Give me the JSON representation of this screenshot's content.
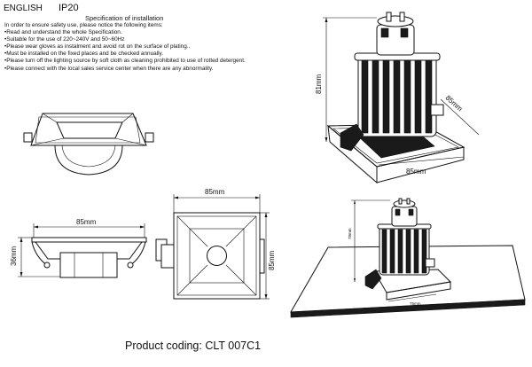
{
  "header": {
    "language": "ENGLISH",
    "rating": "IP20",
    "spec_title": "Specification of installation"
  },
  "notes": [
    "In order to ensure safety use, please notice the following items:",
    "•Read and understand the whole Specification.",
    "•Suitable for the use of 220~240V and 50~60Hz",
    "•Please wear gloves as instalment and avoid rot on the surface of plating..",
    "•Must be installed on the fixed places and be checked annually.",
    "•Please turn off the lighting source by soft cloth as cleaning prohibited to use of rotted detergent.",
    "•Please connect with the local sales service center when there are any abnormality."
  ],
  "dimensions": {
    "height_81": "81mm",
    "width_85_a": "85mm",
    "width_85_b": "85mm",
    "front_width": "85mm",
    "front_height": "36mm",
    "top_width": "85mm",
    "top_height": "85mm",
    "install_height": "78mm",
    "install_width": "75mm"
  },
  "footer": {
    "product_coding": "Product coding: CLT 007C1"
  }
}
